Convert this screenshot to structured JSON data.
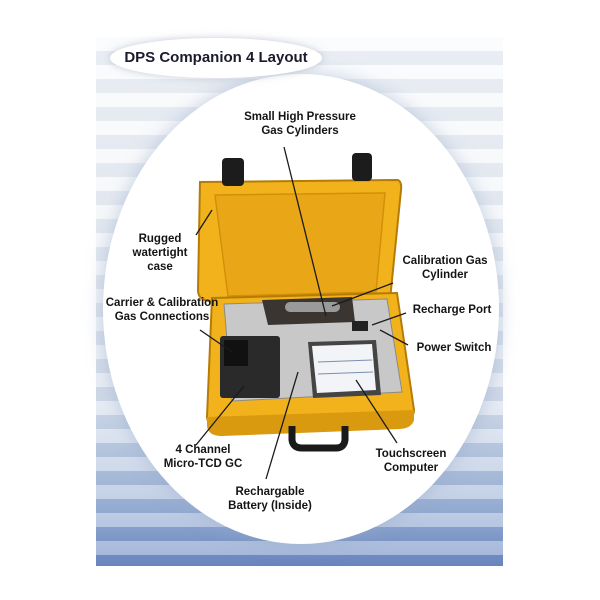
{
  "title": "DPS Companion 4 Layout",
  "labels": {
    "cylinders": [
      "Small High Pressure",
      "Gas Cylinders"
    ],
    "case": [
      "Rugged",
      "watertight",
      "case"
    ],
    "calibration_cylinder": [
      "Calibration Gas",
      "Cylinder"
    ],
    "carrier": [
      "Carrier & Calibration",
      "Gas Connections"
    ],
    "recharge": [
      "Recharge Port"
    ],
    "power": [
      "Power Switch"
    ],
    "gc": [
      "4 Channel",
      "Micro-TCD GC"
    ],
    "battery": [
      "Rechargable",
      "Battery (Inside)"
    ],
    "touchscreen": [
      "Touchscreen",
      "Computer"
    ]
  },
  "colors": {
    "case_yellow": "#f2b21b",
    "case_dark": "#c98a0a",
    "panel_blue": "#2f56a8",
    "label_text": "#141414"
  }
}
